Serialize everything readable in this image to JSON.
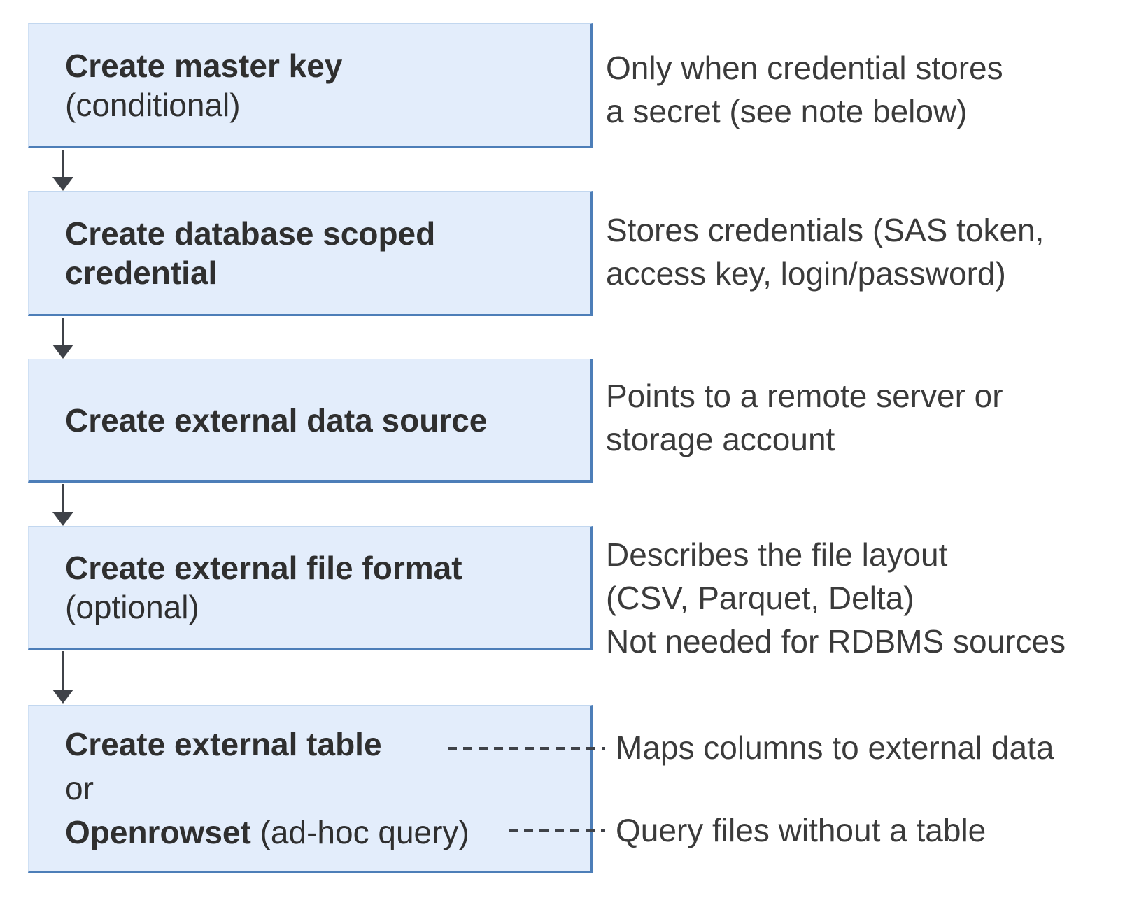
{
  "diagram": {
    "boxes": [
      {
        "lines": [
          {
            "bold": "Create master key"
          },
          {
            "regular": "(conditional)"
          }
        ]
      },
      {
        "lines": [
          {
            "bold": "Create database scoped"
          },
          {
            "bold": "credential"
          }
        ]
      },
      {
        "lines": [
          {
            "bold": "Create external data source"
          }
        ]
      },
      {
        "lines": [
          {
            "bold": "Create external file format"
          },
          {
            "regular": "(optional)"
          }
        ]
      },
      {
        "lines": [
          {
            "bold": "Create external table"
          },
          {
            "regular": "or"
          },
          {
            "bold": "Openrowset",
            "regular": " (ad-hoc query)"
          }
        ]
      }
    ],
    "notes": [
      {
        "lines": [
          "Only when credential stores",
          "a secret (see note below)"
        ]
      },
      {
        "lines": [
          "Stores credentials (SAS token,",
          "access key, login/password)"
        ]
      },
      {
        "lines": [
          "Points to a remote server or",
          "storage account"
        ]
      },
      {
        "lines": [
          "Describes the file layout",
          "(CSV, Parquet, Delta)",
          "Not needed for RDBMS sources"
        ]
      },
      {
        "lines": [
          "Maps columns to external data"
        ]
      },
      {
        "lines": [
          "Query files without a table"
        ]
      }
    ],
    "colors": {
      "box_fill": "#e3edfb",
      "box_border": "#4d7eb8",
      "arrow": "#3f4248",
      "title_text": "#2f2f2f",
      "note_text": "#3b3b3b"
    }
  }
}
